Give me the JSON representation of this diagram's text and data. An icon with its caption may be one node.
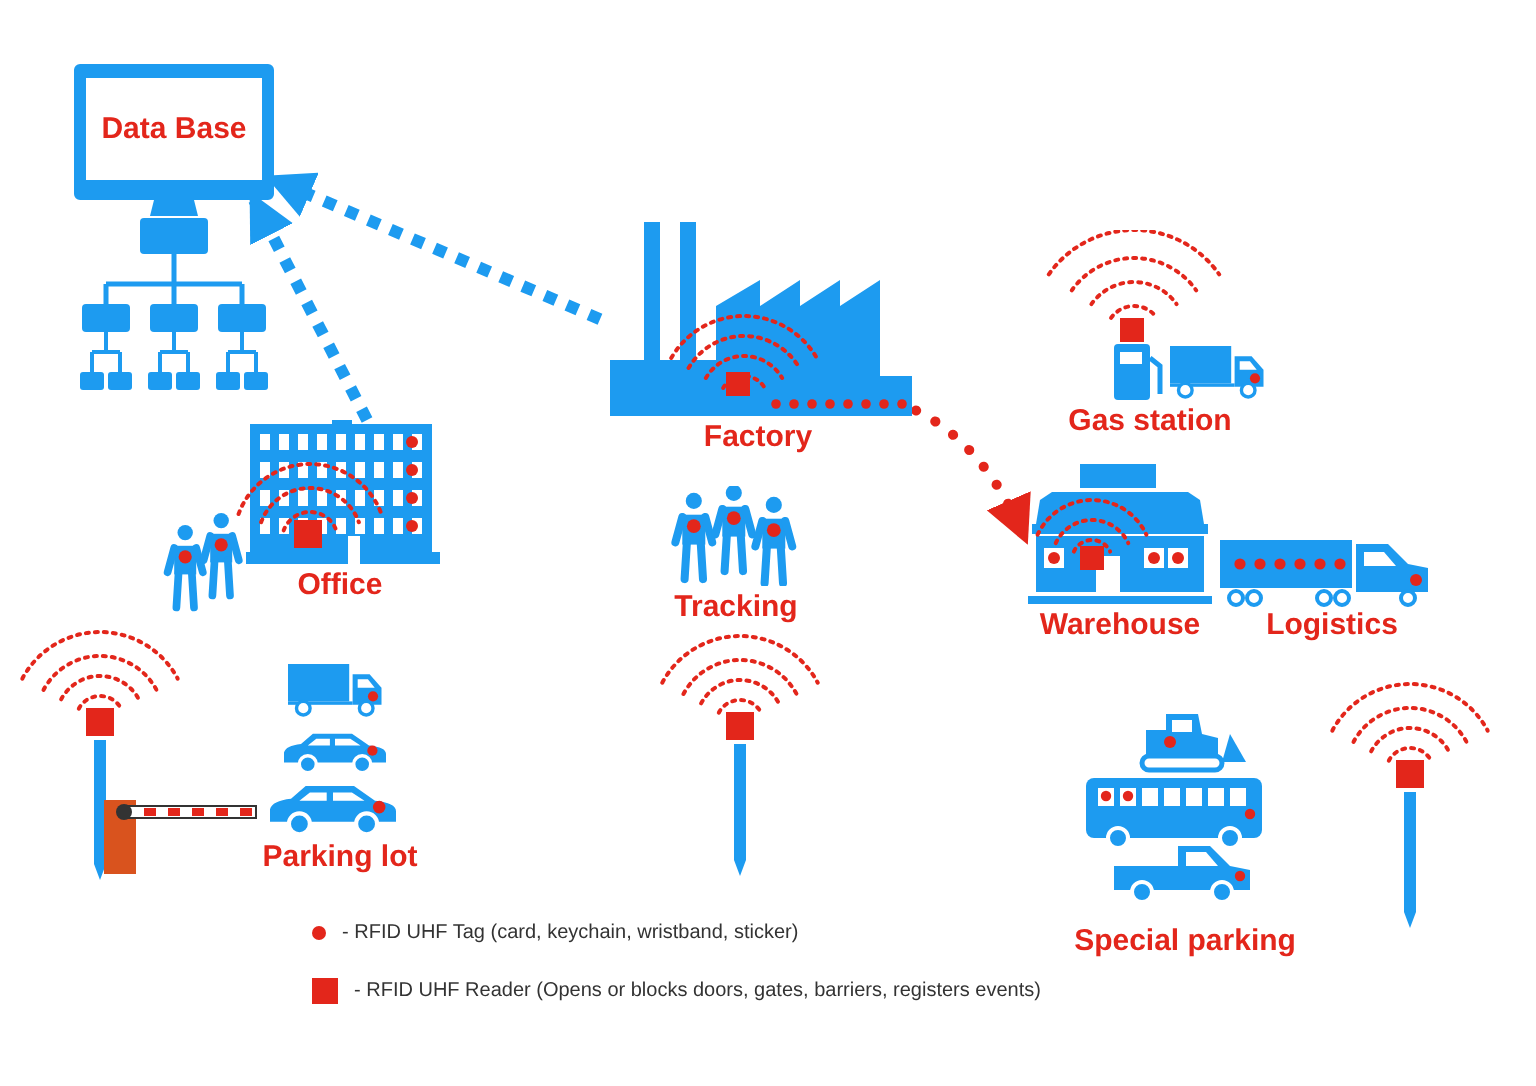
{
  "diagram": {
    "nodes": [
      {
        "text": [
          "Data Base"
        ]
      },
      {
        "text": [
          "Factory"
        ]
      },
      {
        "text": [
          "Office"
        ]
      },
      {
        "text": [
          "Gas station"
        ]
      },
      {
        "text": [
          "Warehouse"
        ]
      },
      {
        "text": [
          "Logistics"
        ]
      },
      {
        "text": [
          "Tracking"
        ]
      },
      {
        "text": [
          "Parking lot"
        ]
      },
      {
        "text": [
          "Special parking"
        ]
      }
    ],
    "edges": [
      {
        "from": 2,
        "to": 0,
        "arrow": "to",
        "style": "dashed"
      },
      {
        "from": 1,
        "to": 0,
        "arrow": "to",
        "style": "dashed"
      },
      {
        "from": 1,
        "to": 4,
        "arrow": "to",
        "style": "dashed",
        "color": "#e3261b"
      }
    ],
    "legend": [
      {
        "text": "- RFID UHF Tag (card, keychain, wristband, sticker)",
        "color": "#e3261b"
      },
      {
        "text": "- RFID UHF Reader (Opens or blocks doors, gates, barriers, registers events)",
        "color": "#e3261b"
      }
    ]
  }
}
